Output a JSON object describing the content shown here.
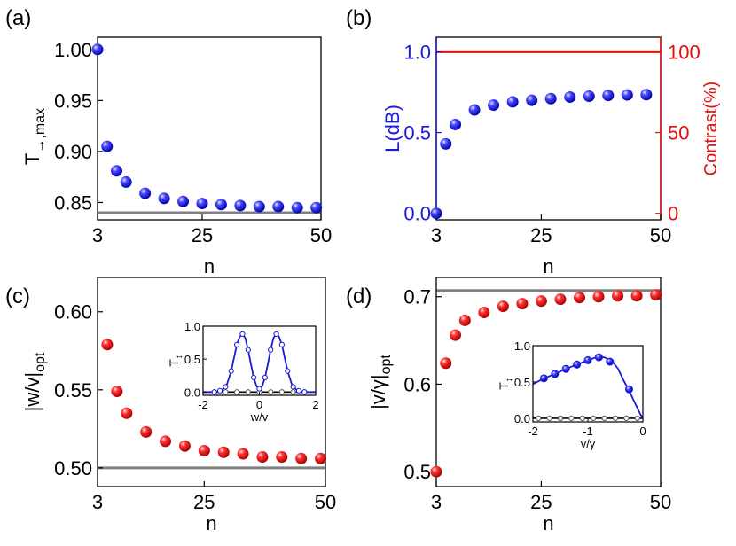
{
  "chart_data": [
    {
      "panel_label": "(a)",
      "type": "scatter",
      "xlabel": "n",
      "ylabel_main": "T",
      "ylabel_sub": "→,max",
      "xlim": [
        3,
        50
      ],
      "ylim": [
        0.833,
        1.012
      ],
      "xticks": [
        3,
        25,
        50
      ],
      "yticks": [
        0.85,
        0.9,
        0.95,
        1.0
      ],
      "ytick_labels": [
        "0.85",
        "0.90",
        "0.95",
        "1.00"
      ],
      "reference_line": 0.84,
      "series": [
        {
          "color": "#1414d6",
          "x": [
            3,
            5,
            7,
            9,
            13,
            17,
            21,
            25,
            29,
            33,
            37,
            41,
            45,
            49
          ],
          "y": [
            1.0,
            0.905,
            0.881,
            0.87,
            0.859,
            0.854,
            0.851,
            0.849,
            0.848,
            0.847,
            0.846,
            0.846,
            0.845,
            0.845
          ]
        }
      ]
    },
    {
      "panel_label": "(b)",
      "type": "scatter",
      "xlabel": "n",
      "ylabel": "L(dB)",
      "ylabel_right": "Contrast(%)",
      "xlim": [
        3,
        50
      ],
      "ylim": [
        -0.04,
        1.09
      ],
      "ylim_right": [
        -4,
        109
      ],
      "xticks": [
        3,
        25,
        50
      ],
      "yticks": [
        0.0,
        0.5,
        1.0
      ],
      "ytick_labels": [
        "0.0",
        "0.5",
        "1.0"
      ],
      "yticks_right": [
        0,
        50,
        100
      ],
      "ytick_labels_right": [
        "0",
        "50",
        "100"
      ],
      "left_axis_color": "#1a1adb",
      "right_axis_color": "#e01010",
      "series": [
        {
          "axis": "left",
          "color": "#1414d6",
          "x": [
            3,
            5,
            7,
            11,
            15,
            19,
            23,
            27,
            31,
            35,
            39,
            43,
            47
          ],
          "y": [
            0.0,
            0.43,
            0.55,
            0.64,
            0.67,
            0.69,
            0.7,
            0.71,
            0.72,
            0.725,
            0.73,
            0.733,
            0.735
          ]
        },
        {
          "axis": "right",
          "type": "line",
          "color": "#e01010",
          "x": [
            3,
            50
          ],
          "y": [
            100,
            100
          ]
        }
      ]
    },
    {
      "panel_label": "(c)",
      "type": "scatter",
      "xlabel": "n",
      "ylabel": "|w/v|",
      "ylabel_sub": "opt",
      "xlim": [
        3,
        50
      ],
      "ylim": [
        0.488,
        0.622
      ],
      "xticks": [
        3,
        25,
        50
      ],
      "yticks": [
        0.5,
        0.55,
        0.6
      ],
      "ytick_labels": [
        "0.50",
        "0.55",
        "0.60"
      ],
      "reference_line": 0.5,
      "series": [
        {
          "color": "#e01010",
          "x": [
            5,
            7,
            9,
            13,
            17,
            21,
            25,
            29,
            33,
            37,
            41,
            45,
            49
          ],
          "y": [
            0.579,
            0.549,
            0.535,
            0.523,
            0.517,
            0.514,
            0.511,
            0.51,
            0.509,
            0.507,
            0.507,
            0.506,
            0.506
          ]
        }
      ],
      "inset": {
        "type": "line",
        "ylabel": "T",
        "ylabel_sub": "↕",
        "xlabel": "w/v",
        "xlim": [
          -2,
          2
        ],
        "ylim": [
          -0.05,
          1.0
        ],
        "xticks": [
          -2,
          0,
          2
        ],
        "yticks": [
          0.0,
          0.5,
          1.0
        ],
        "ytick_labels": [
          "0.0",
          "0.5",
          "1.0"
        ],
        "curve_x": [
          -2.0,
          -1.75,
          -1.5,
          -1.3,
          -1.15,
          -1.0,
          -0.9,
          -0.8,
          -0.7,
          -0.6,
          -0.5,
          -0.4,
          -0.3,
          -0.2,
          -0.1,
          0.0,
          0.1,
          0.2,
          0.3,
          0.4,
          0.5,
          0.6,
          0.7,
          0.8,
          0.9,
          1.0,
          1.15,
          1.3,
          1.5,
          1.75,
          2.0
        ],
        "curve_y": [
          0.0,
          0.0,
          0.01,
          0.04,
          0.12,
          0.32,
          0.52,
          0.72,
          0.84,
          0.88,
          0.82,
          0.64,
          0.42,
          0.22,
          0.09,
          0.05,
          0.09,
          0.22,
          0.42,
          0.64,
          0.82,
          0.88,
          0.84,
          0.72,
          0.52,
          0.32,
          0.12,
          0.04,
          0.01,
          0.0,
          0.0
        ],
        "markers_x": [
          -1.6,
          -1.4,
          -1.2,
          -1.0,
          -0.8,
          -0.6,
          -0.4,
          -0.2,
          0.0,
          0.2,
          0.4,
          0.6,
          0.8,
          1.0,
          1.2,
          1.4,
          1.6
        ],
        "markers_y": [
          0.0,
          0.02,
          0.08,
          0.32,
          0.72,
          0.88,
          0.64,
          0.22,
          0.05,
          0.22,
          0.64,
          0.88,
          0.72,
          0.32,
          0.08,
          0.02,
          0.0
        ],
        "baseline_markers_x": [
          -1.6,
          -1.2,
          -0.8,
          -0.4,
          0.0,
          0.4,
          0.8,
          1.2,
          1.6
        ],
        "baseline_value": 0.0
      }
    },
    {
      "panel_label": "(d)",
      "type": "scatter",
      "xlabel": "n",
      "ylabel": "|v/γ|",
      "ylabel_sub": "opt",
      "xlim": [
        3,
        50
      ],
      "ylim": [
        0.483,
        0.722
      ],
      "xticks": [
        3,
        25,
        50
      ],
      "yticks": [
        0.5,
        0.6,
        0.7
      ],
      "ytick_labels": [
        "0.5",
        "0.6",
        "0.7"
      ],
      "reference_line": 0.7071,
      "series": [
        {
          "color": "#e01010",
          "x": [
            3,
            5,
            7,
            9,
            13,
            17,
            21,
            25,
            29,
            33,
            37,
            41,
            45,
            49
          ],
          "y": [
            0.5,
            0.624,
            0.656,
            0.673,
            0.682,
            0.689,
            0.692,
            0.695,
            0.697,
            0.699,
            0.7,
            0.701,
            0.701,
            0.702
          ]
        }
      ],
      "inset": {
        "type": "line",
        "ylabel": "T",
        "ylabel_sub": "↕",
        "xlabel": "v/γ",
        "xlim": [
          -2,
          0
        ],
        "ylim": [
          -0.05,
          1.0
        ],
        "xticks": [
          -2,
          -1,
          0
        ],
        "yticks": [
          0.0,
          0.5,
          1.0
        ],
        "ytick_labels": [
          "0.0",
          "0.5",
          "1.0"
        ],
        "curve_x": [
          -2.0,
          -1.8,
          -1.6,
          -1.4,
          -1.2,
          -1.0,
          -0.85,
          -0.7,
          -0.55,
          -0.45,
          -0.35,
          -0.25,
          -0.15,
          -0.05,
          0.0
        ],
        "curve_y": [
          0.47,
          0.55,
          0.61,
          0.68,
          0.74,
          0.8,
          0.84,
          0.84,
          0.78,
          0.68,
          0.52,
          0.38,
          0.22,
          0.06,
          0.0
        ],
        "markers_x": [
          -1.8,
          -1.6,
          -1.4,
          -1.2,
          -1.0,
          -0.8,
          -0.6,
          -0.25
        ],
        "markers_y": [
          0.55,
          0.61,
          0.68,
          0.74,
          0.8,
          0.84,
          0.78,
          0.4
        ],
        "baseline_markers_x": [
          -1.9,
          -1.7,
          -1.5,
          -1.3,
          -1.1,
          -0.9,
          -0.7,
          -0.5,
          -0.3,
          -0.1
        ],
        "baseline_value": 0.0
      }
    }
  ]
}
